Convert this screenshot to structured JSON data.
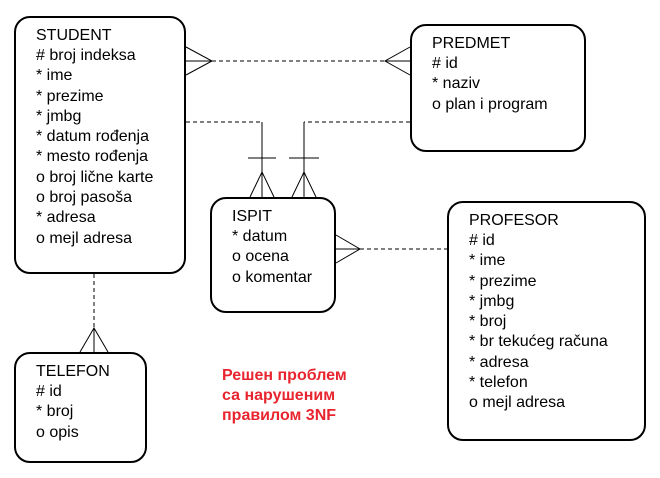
{
  "entities": {
    "student": {
      "title": "STUDENT",
      "attributes": [
        "# broj indeksa",
        "* ime",
        "* prezime",
        "* jmbg",
        "* datum rođenja",
        "* mesto rođenja",
        "o broj lične karte",
        "o broj pasoša",
        "* adresa",
        "o mejl adresa"
      ]
    },
    "predmet": {
      "title": "PREDMET",
      "attributes": [
        "# id",
        "* naziv",
        "o plan i program"
      ]
    },
    "ispit": {
      "title": "ISPIT",
      "attributes": [
        "* datum",
        "o ocena",
        "o komentar"
      ]
    },
    "profesor": {
      "title": "PROFESOR",
      "attributes": [
        "# id",
        "* ime",
        "* prezime",
        "* jmbg",
        "* broj",
        "* br tekućeg računa",
        "* adresa",
        "* telefon",
        "o mejl adresa"
      ]
    },
    "telefon": {
      "title": "TELEFON",
      "attributes": [
        "# id",
        "* broj",
        "o opis"
      ]
    }
  },
  "note": {
    "lines": [
      "Решен проблем",
      "са нарушеним",
      "правилом 3NF"
    ],
    "color": "#e8252e"
  },
  "colors": {
    "line": "#000000",
    "box_border": "#000000",
    "background": "#ffffff"
  }
}
